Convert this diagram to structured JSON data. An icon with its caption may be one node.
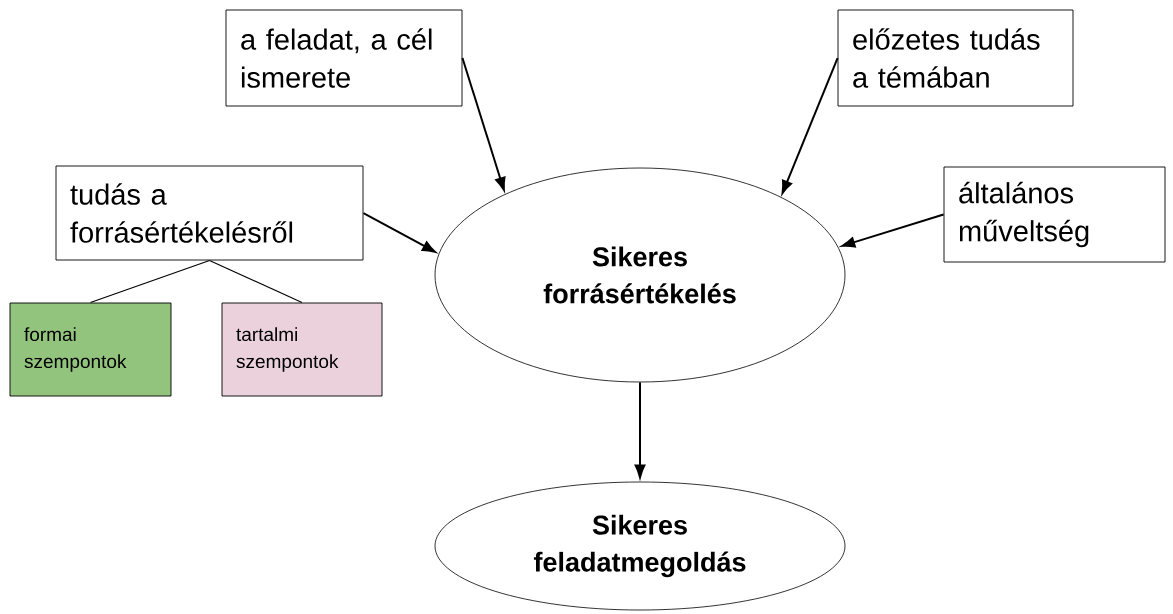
{
  "diagram": {
    "nodes": [
      {
        "text": [
          "a feladat, a cél ismerete"
        ]
      },
      {
        "text": [
          "előzetes tudás a témában"
        ]
      },
      {
        "text": [
          "tudás a forrásértékelésről"
        ]
      },
      {
        "text": [
          "általános műveltség"
        ]
      },
      {
        "text": [
          "Sikeres forrásértékelés"
        ]
      },
      {
        "text": [
          "formai szempontok"
        ]
      },
      {
        "text": [
          "tartalmi szempontok"
        ]
      },
      {
        "text": [
          "Sikeres feladatmegoldás"
        ]
      }
    ],
    "edges": [
      {
        "from": 0,
        "to": 4,
        "arrow": "to"
      },
      {
        "from": 1,
        "to": 4,
        "arrow": "to"
      },
      {
        "from": 2,
        "to": 4,
        "arrow": "to"
      },
      {
        "from": 3,
        "to": 4,
        "arrow": "to"
      },
      {
        "from": 4,
        "to": 7,
        "arrow": "to"
      },
      {
        "from": 2,
        "to": 5,
        "arrow": "none"
      },
      {
        "from": 2,
        "to": 6,
        "arrow": "none"
      }
    ]
  }
}
